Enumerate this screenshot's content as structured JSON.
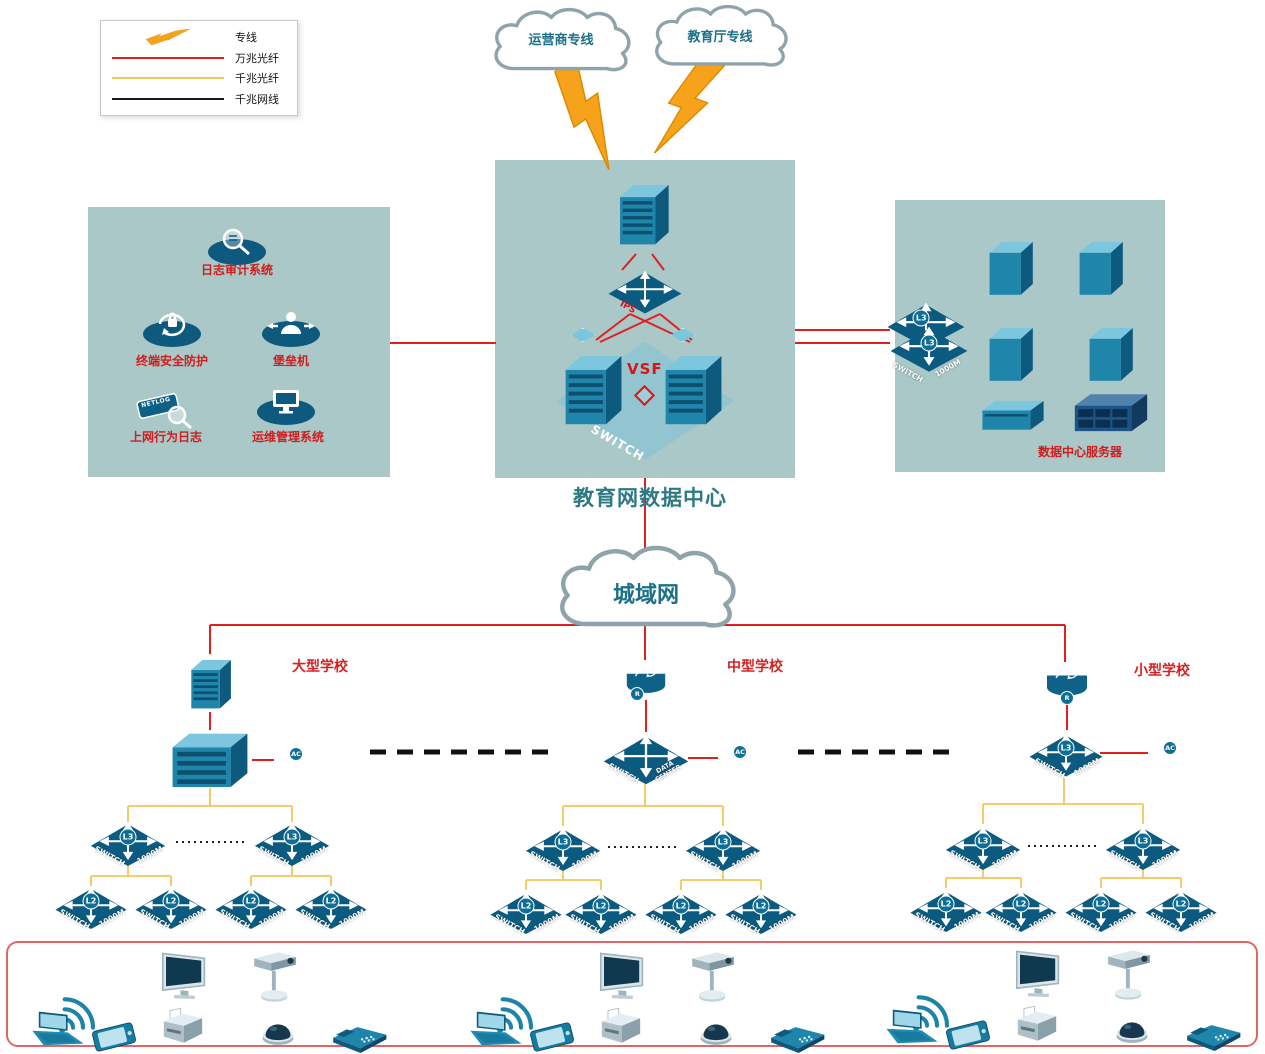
{
  "legend": {
    "items": [
      {
        "label": "专线",
        "sample": "lightning-icon"
      },
      {
        "label": "万兆光纤",
        "sample": "line",
        "color": "#e01f1f"
      },
      {
        "label": "千兆光纤",
        "sample": "line",
        "color": "#f0c75a"
      },
      {
        "label": "千兆网线",
        "sample": "line",
        "color": "#1a1a1a"
      }
    ]
  },
  "clouds": {
    "carrier": "运营商专线",
    "education": "教育厅专线",
    "man": "城域网"
  },
  "datacenter": {
    "title": "教育网数据中心",
    "ips": "IPS",
    "vsf": "VSF",
    "ghost_switch": "SWITCH"
  },
  "security_panel": {
    "items": [
      {
        "label": "日志审计系统"
      },
      {
        "label": "终端安全防护"
      },
      {
        "label": "堡垒机"
      },
      {
        "label": "上网行为日志"
      },
      {
        "label": "运维管理系统"
      }
    ],
    "netlog_tag": "NETLOG"
  },
  "server_panel": {
    "title": "数据中心服务器"
  },
  "schools": [
    {
      "name": "大型学校"
    },
    {
      "name": "中型学校"
    },
    {
      "name": "小型学校"
    }
  ],
  "labels": {
    "switch": "SWITCH",
    "speed": "1000M",
    "l3": "L3",
    "l2": "L2",
    "ac": "AC",
    "router": "R",
    "data_center_line1": "DATA",
    "data_center_line2": "CENTER",
    "wlan": "WLAN"
  },
  "colors": {
    "line_10g": "#e01f1f",
    "line_1g": "#f0c75a",
    "line_cat": "#1a1a1a",
    "device_teal": "#1f85ab",
    "panel_bg": "#aac8c8",
    "label_red": "#cf1d1d"
  }
}
